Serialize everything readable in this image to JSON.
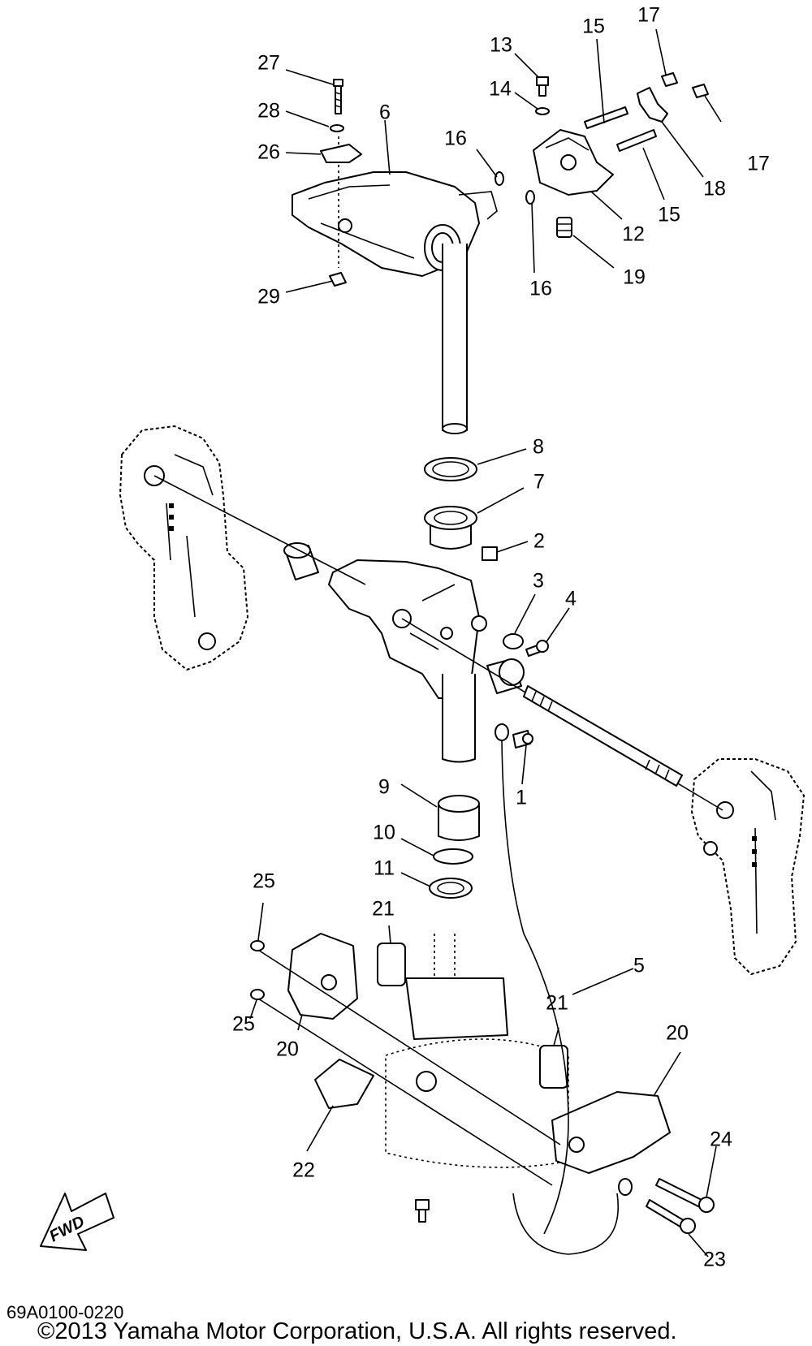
{
  "diagram": {
    "part_numbers": [
      "1",
      "2",
      "3",
      "4",
      "5",
      "6",
      "7",
      "8",
      "9",
      "10",
      "11",
      "12",
      "13",
      "14",
      "15",
      "15",
      "16",
      "16",
      "17",
      "17",
      "18",
      "19",
      "20",
      "20",
      "21",
      "21",
      "22",
      "23",
      "24",
      "25",
      "25",
      "26",
      "27",
      "28",
      "29"
    ],
    "labels": [
      {
        "id": "l27",
        "text": "27"
      },
      {
        "id": "l28",
        "text": "28"
      },
      {
        "id": "l26",
        "text": "26"
      },
      {
        "id": "l29",
        "text": "29"
      },
      {
        "id": "l6",
        "text": "6"
      },
      {
        "id": "l13",
        "text": "13"
      },
      {
        "id": "l14",
        "text": "14"
      },
      {
        "id": "l16a",
        "text": "16"
      },
      {
        "id": "l16b",
        "text": "16"
      },
      {
        "id": "l15a",
        "text": "15"
      },
      {
        "id": "l15b",
        "text": "15"
      },
      {
        "id": "l17a",
        "text": "17"
      },
      {
        "id": "l17b",
        "text": "17"
      },
      {
        "id": "l18",
        "text": "18"
      },
      {
        "id": "l12",
        "text": "12"
      },
      {
        "id": "l19",
        "text": "19"
      },
      {
        "id": "l8",
        "text": "8"
      },
      {
        "id": "l7",
        "text": "7"
      },
      {
        "id": "l2",
        "text": "2"
      },
      {
        "id": "l3",
        "text": "3"
      },
      {
        "id": "l4",
        "text": "4"
      },
      {
        "id": "l1",
        "text": "1"
      },
      {
        "id": "l9",
        "text": "9"
      },
      {
        "id": "l10",
        "text": "10"
      },
      {
        "id": "l11",
        "text": "11"
      },
      {
        "id": "l25a",
        "text": "25"
      },
      {
        "id": "l25b",
        "text": "25"
      },
      {
        "id": "l21a",
        "text": "21"
      },
      {
        "id": "l21b",
        "text": "21"
      },
      {
        "id": "l5",
        "text": "5"
      },
      {
        "id": "l20a",
        "text": "20"
      },
      {
        "id": "l20b",
        "text": "20"
      },
      {
        "id": "l22",
        "text": "22"
      },
      {
        "id": "l24",
        "text": "24"
      },
      {
        "id": "l23",
        "text": "23"
      }
    ],
    "fwd_label": "FWD",
    "reference_code": "69A0100-0220",
    "copyright": "©2013 Yamaha Motor Corporation, U.S.A. All rights reserved."
  }
}
